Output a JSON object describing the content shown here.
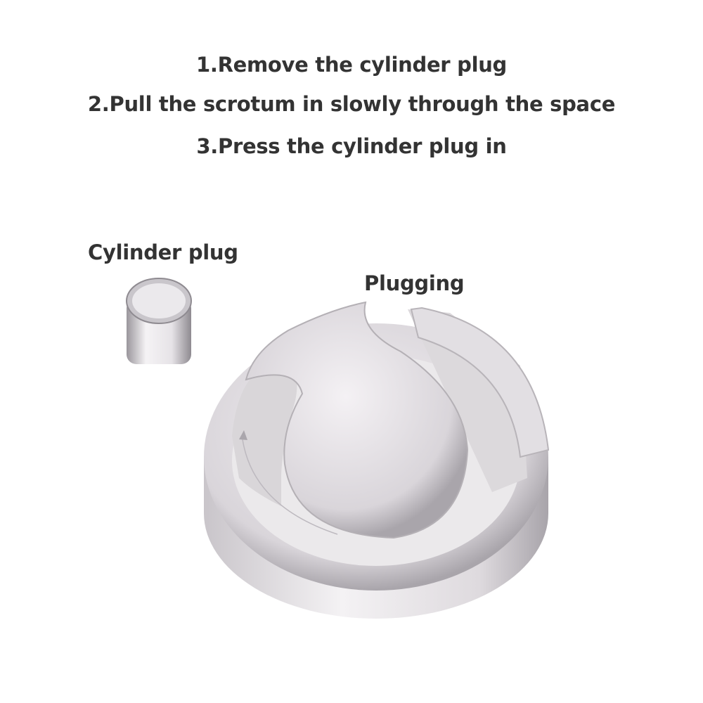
{
  "instructions": [
    "1.Remove the cylinder plug",
    "2.Pull the scrotum in slowly through the space",
    "3.Press the cylinder plug in"
  ],
  "labels": {
    "cylinder_plug": "Cylinder plug",
    "plugging": "Plugging"
  },
  "colors": {
    "text": "#333333",
    "metal_light": "#f2f0f2",
    "metal_mid": "#cfcbd0",
    "metal_dark": "#8c8890"
  }
}
